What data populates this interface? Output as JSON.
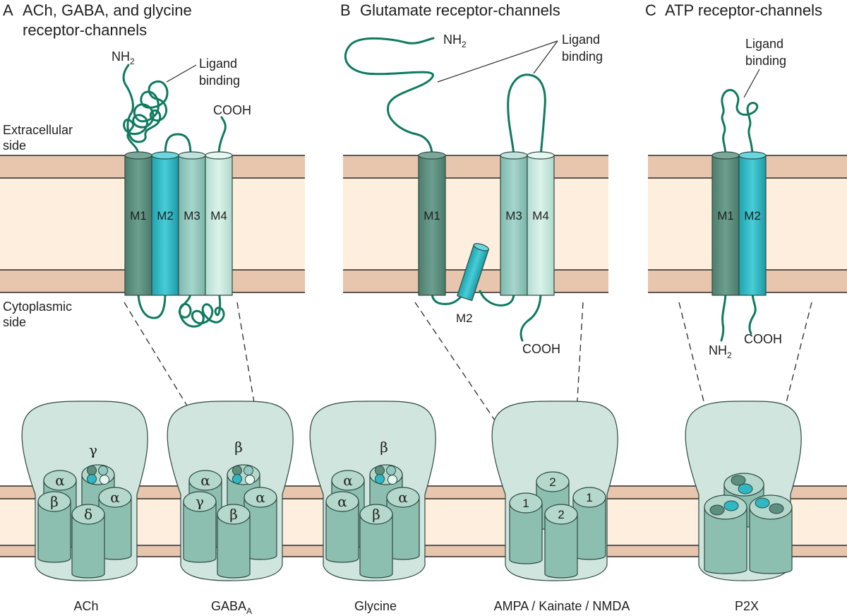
{
  "panels": {
    "a": {
      "letter": "A",
      "title_line1": "ACh, GABA, and glycine",
      "title_line2": "receptor-channels",
      "side_extracellular_1": "Extracellular",
      "side_extracellular_2": "side",
      "side_cytoplasmic_1": "Cytoplasmic",
      "side_cytoplasmic_2": "side",
      "nh2_base": "NH",
      "nh2_sub": "2",
      "ligand_1": "Ligand",
      "ligand_2": "binding",
      "cooh": "COOH",
      "segments": [
        "M1",
        "M2",
        "M3",
        "M4"
      ]
    },
    "b": {
      "letter": "B",
      "title": "Glutamate receptor-channels",
      "nh2_base": "NH",
      "nh2_sub": "2",
      "ligand_1": "Ligand",
      "ligand_2": "binding",
      "cooh": "COOH",
      "segments": [
        "M1",
        "M2",
        "M3",
        "M4"
      ]
    },
    "c": {
      "letter": "C",
      "title": "ATP receptor-channels",
      "ligand_1": "Ligand",
      "ligand_2": "binding",
      "nh2_base": "NH",
      "nh2_sub": "2",
      "cooh": "COOH",
      "segments": [
        "M1",
        "M2"
      ]
    }
  },
  "receptors": [
    {
      "name": "ACh",
      "sub": "",
      "top": "γ",
      "subunits": [
        "α",
        "β",
        "α",
        "δ"
      ]
    },
    {
      "name": "GABA",
      "sub": "A",
      "top": "β",
      "subunits": [
        "α",
        "γ",
        "α",
        "β"
      ]
    },
    {
      "name": "Glycine",
      "sub": "",
      "top": "β",
      "subunits": [
        "α",
        "α",
        "α",
        "β"
      ]
    },
    {
      "name": "AMPA / Kainate / NMDA",
      "sub": "",
      "top": "",
      "subunits": [
        "2",
        "1",
        "1",
        "2"
      ]
    },
    {
      "name": "P2X",
      "sub": "",
      "top": "",
      "subunits": []
    }
  ],
  "colors": {
    "membrane_dark": "#e8c5ad",
    "membrane_light": "#fdeedd",
    "chain": "#0f7a60",
    "m1": "#5d8f7e",
    "m2": "#2fb8c4",
    "m3": "#93c9c0",
    "m4": "#c9e9df",
    "subunit": "#8dbfb0",
    "shell": "#cfe5de"
  }
}
